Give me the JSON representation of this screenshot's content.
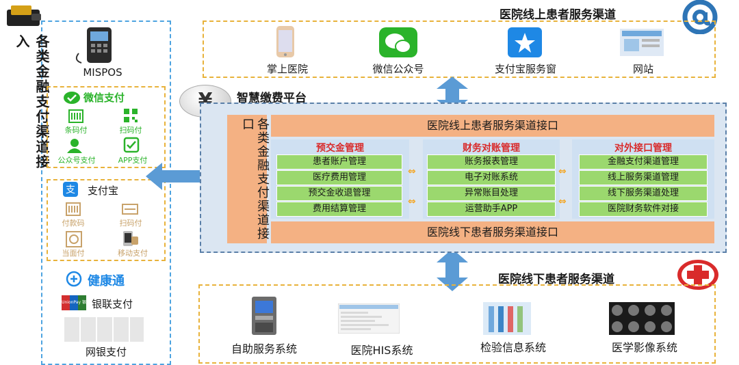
{
  "left_column": {
    "title": "各类金融支付渠道接入",
    "mispos": "MISPOS",
    "wechat": {
      "title": "微信支付",
      "items": [
        "条码付",
        "扫码付",
        "公众号支付",
        "APP支付"
      ]
    },
    "alipay": {
      "title": "支付宝",
      "items": [
        "付款码",
        "扫码付",
        "当面付",
        "移动支付"
      ]
    },
    "health": "健康通",
    "unionpay_logo": "UnionPay 银联",
    "unionpay": "银联支付",
    "netbank": "网银支付"
  },
  "online_channel": {
    "title": "医院线上患者服务渠道",
    "items": [
      "掌上医院",
      "微信公众号",
      "支付宝服务窗",
      "网站"
    ]
  },
  "platform": {
    "icon": "¥",
    "title": "智慧缴费平台",
    "side_label": "各类金融支付渠道接口",
    "top_bar": "医院线上患者服务渠道接口",
    "bottom_bar": "医院线下患者服务渠道接口",
    "columns": [
      {
        "header": "预交金管理",
        "items": [
          "患者账户管理",
          "医疗费用管理",
          "预交金收退管理",
          "费用结算管理"
        ]
      },
      {
        "header": "财务对账管理",
        "items": [
          "账务报表管理",
          "电子对账系统",
          "异常账目处理",
          "运营助手APP"
        ]
      },
      {
        "header": "对外接口管理",
        "items": [
          "金融支付渠道管理",
          "线上服务渠道管理",
          "线下服务渠道处理",
          "医院财务软件对接"
        ]
      }
    ]
  },
  "offline_channel": {
    "title": "医院线下患者服务渠道",
    "items": [
      "自助服务系统",
      "医院HIS系统",
      "检验信息系统",
      "医学影像系统"
    ]
  },
  "colors": {
    "blue_dash": "#4da3e0",
    "gold_dash": "#e8b23a",
    "orange_bar": "#f4b183",
    "green_cell": "#9bd86e",
    "header_red": "#d92b2b",
    "arrow_blue": "#5b9bd5"
  }
}
